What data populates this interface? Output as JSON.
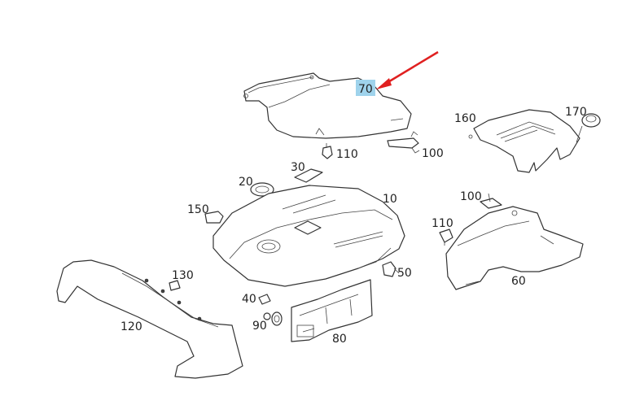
{
  "diagram": {
    "labels": {
      "p10": "10",
      "p20": "20",
      "p30": "30",
      "p40": "40",
      "p50": "50",
      "p60": "60",
      "p70": "70",
      "p80": "80",
      "p90": "90",
      "p100a": "100",
      "p100b": "100",
      "p110a": "110",
      "p110b": "110",
      "p120": "120",
      "p130": "130",
      "p150": "150",
      "p160": "160",
      "p170": "170"
    },
    "highlighted_part": "70",
    "colors": {
      "highlight": "#9fd3ec",
      "arrow": "#e02020",
      "line": "#333333"
    }
  }
}
